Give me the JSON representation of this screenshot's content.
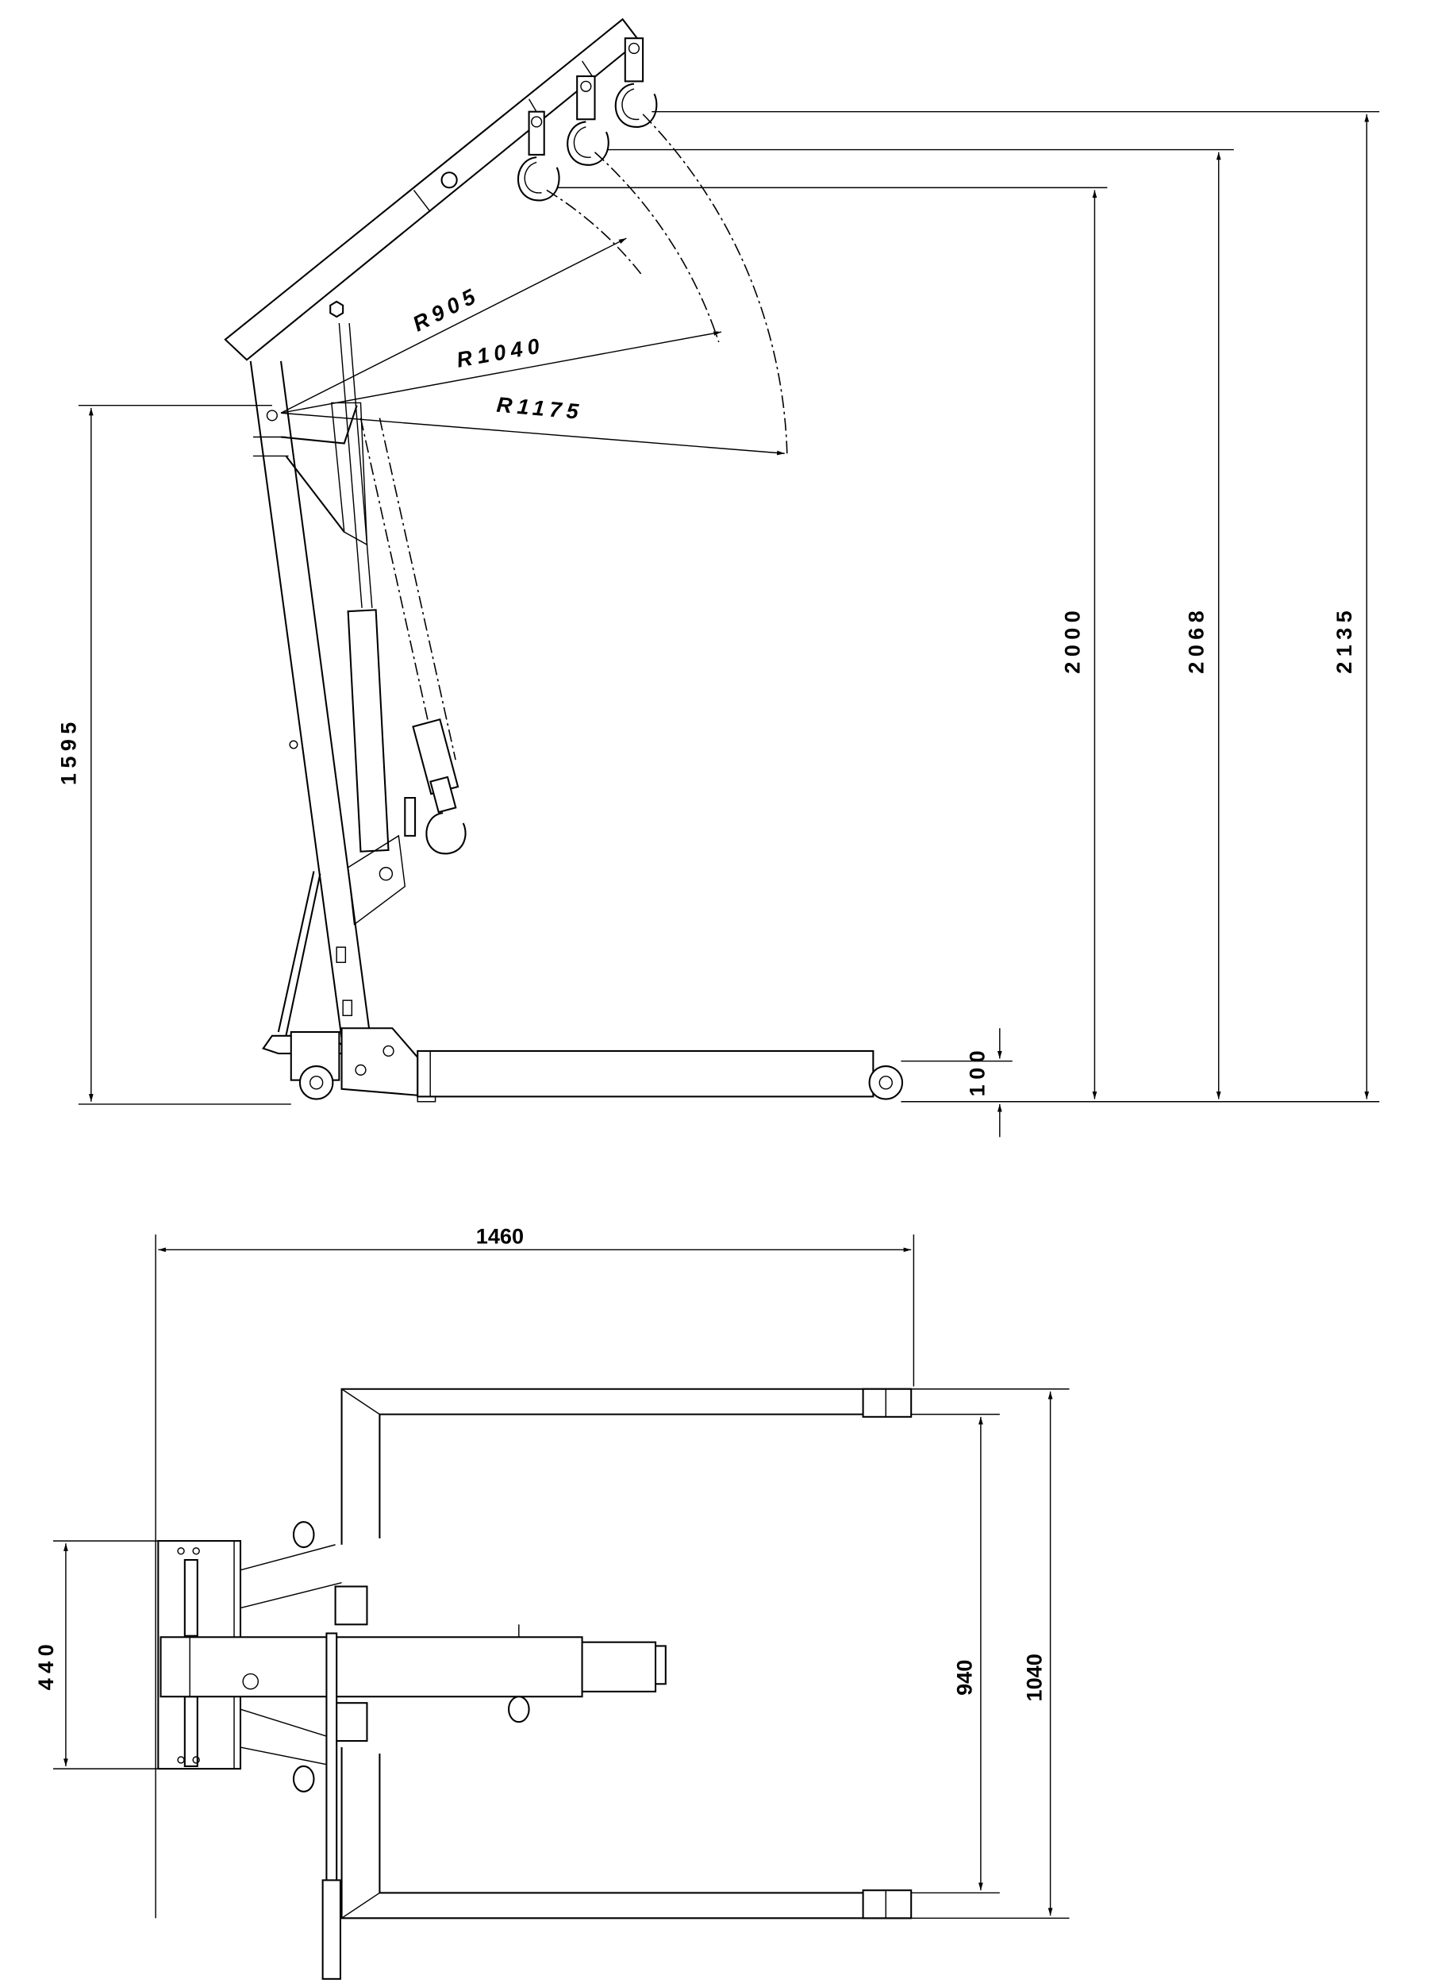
{
  "side_view": {
    "dimensions": {
      "mast_pivot_height": "1595",
      "hook_height_min": "2000",
      "hook_height_mid": "2068",
      "hook_height_max": "2135",
      "ground_clearance": "100"
    },
    "radii": {
      "r_min": "R905",
      "r_mid": "R1040",
      "r_max": "R1175"
    }
  },
  "top_view": {
    "dimensions": {
      "overall_length": "1460",
      "base_width": "440",
      "inner_leg_spacing": "940",
      "outer_leg_spacing": "1040"
    }
  }
}
